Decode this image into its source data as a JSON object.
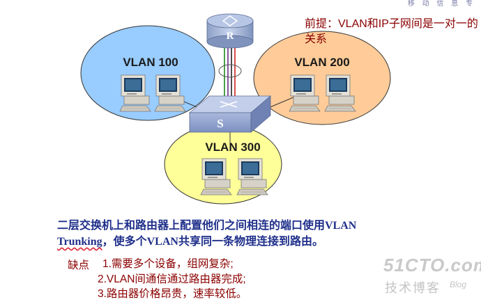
{
  "header": {
    "top_mark": "移 动 信 息 专"
  },
  "premise": "前提：VLAN和IP子网间是一对一的关系",
  "router": {
    "label": "R"
  },
  "switch": {
    "label": "S"
  },
  "vlans": [
    {
      "label": "VLAN 100",
      "color": "#99ccff"
    },
    {
      "label": "VLAN 200",
      "color": "#ffcc99"
    },
    {
      "label": "VLAN 300",
      "color": "#ffff99"
    }
  ],
  "description": {
    "line1": "二层交换机上和路由器上配置他们之间相连的端口使用VLAN",
    "line2_trunk": "Trunking",
    "line2_rest": "，使多个VLAN共享同一条物理连接到路由。"
  },
  "cons": {
    "title": "缺点",
    "items": [
      "1.需要多个设备，组网复杂;",
      "2.VLAN间通信通过路由器完成;",
      "3.路由器价格昂贵，速率较低。"
    ]
  },
  "watermark": {
    "site": "51CTO.com",
    "sub": "技术博客",
    "blog": "Blog"
  }
}
